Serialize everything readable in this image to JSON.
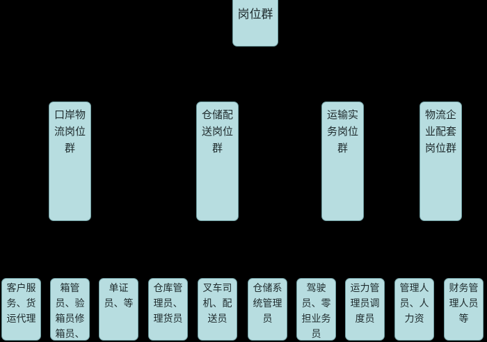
{
  "root": {
    "label": "岗位群"
  },
  "groups": [
    {
      "label": "口岸物流岗位群"
    },
    {
      "label": "仓储配送岗位群"
    },
    {
      "label": "运输实务岗位群"
    },
    {
      "label": "物流企业配套岗位群"
    }
  ],
  "roles": [
    {
      "label": "客户服务、货运代理"
    },
    {
      "label": "箱管员、验箱员修箱员、"
    },
    {
      "label": "单证员、等"
    },
    {
      "label": "仓库管理员、理货员"
    },
    {
      "label": "叉车司机、配送员"
    },
    {
      "label": "仓储系统管理员"
    },
    {
      "label": "驾驶员、零担业务员"
    },
    {
      "label": "运力管理员调度员"
    },
    {
      "label": "管理人员、人力资"
    },
    {
      "label": "财务管理人员等"
    }
  ],
  "colors": {
    "box_fill": "#b7dde0",
    "background": "#000000"
  }
}
